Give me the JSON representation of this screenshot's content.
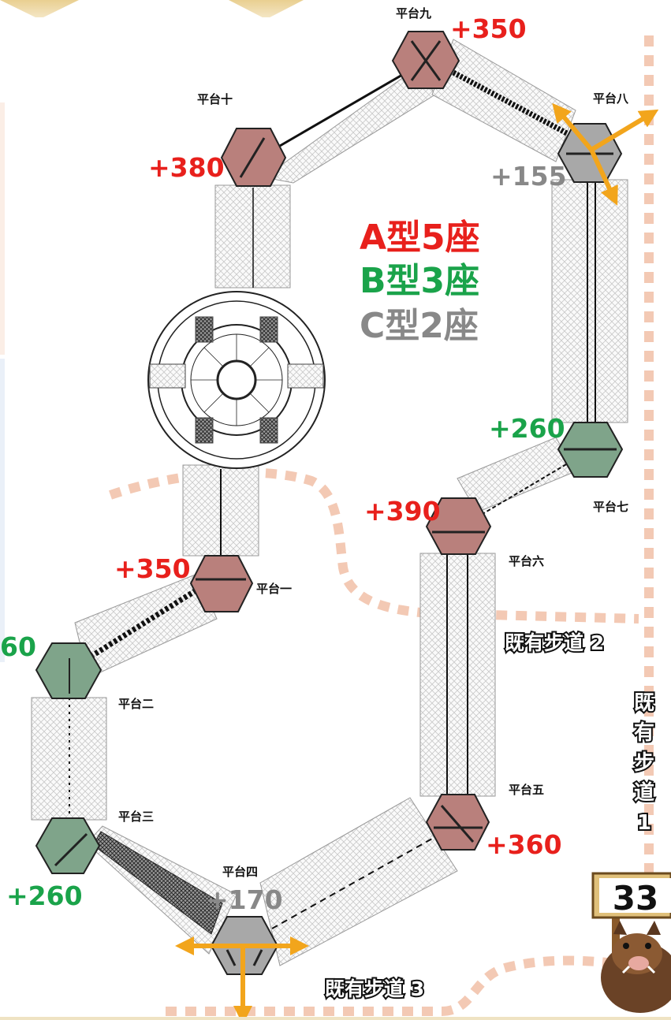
{
  "platforms": {
    "p1": {
      "label": "平台一",
      "elev": "+350"
    },
    "p2": {
      "label": "平台二",
      "elev": "60"
    },
    "p3": {
      "label": "平台三",
      "elev": "+260"
    },
    "p4": {
      "label": "平台四",
      "elev": "+170"
    },
    "p5": {
      "label": "平台五",
      "elev": "+360"
    },
    "p6": {
      "label": "平台六",
      "elev": "+390"
    },
    "p7": {
      "label": "平台七",
      "elev": "+260"
    },
    "p8": {
      "label": "平台八",
      "elev": "+155"
    },
    "p9": {
      "label": "平台九",
      "elev": "+350"
    },
    "p10": {
      "label": "平台十",
      "elev": "+380"
    }
  },
  "legend": {
    "a": "A型5座",
    "b": "B型3座",
    "c": "C型2座"
  },
  "trails": {
    "t1": [
      "既",
      "有",
      "步",
      "道",
      "1"
    ],
    "t2": "既有步道 2",
    "t3": "既有步道 3"
  },
  "page_number": "33",
  "colors": {
    "type_a": "#b9807c",
    "type_b": "#7fa48a",
    "type_c": "#a8a8a8",
    "elev_red": "#e8201c",
    "elev_green": "#1aa34a",
    "elev_gray": "#888888",
    "trail_dash": "#f3c9b4",
    "arrow": "#f2a51c"
  }
}
